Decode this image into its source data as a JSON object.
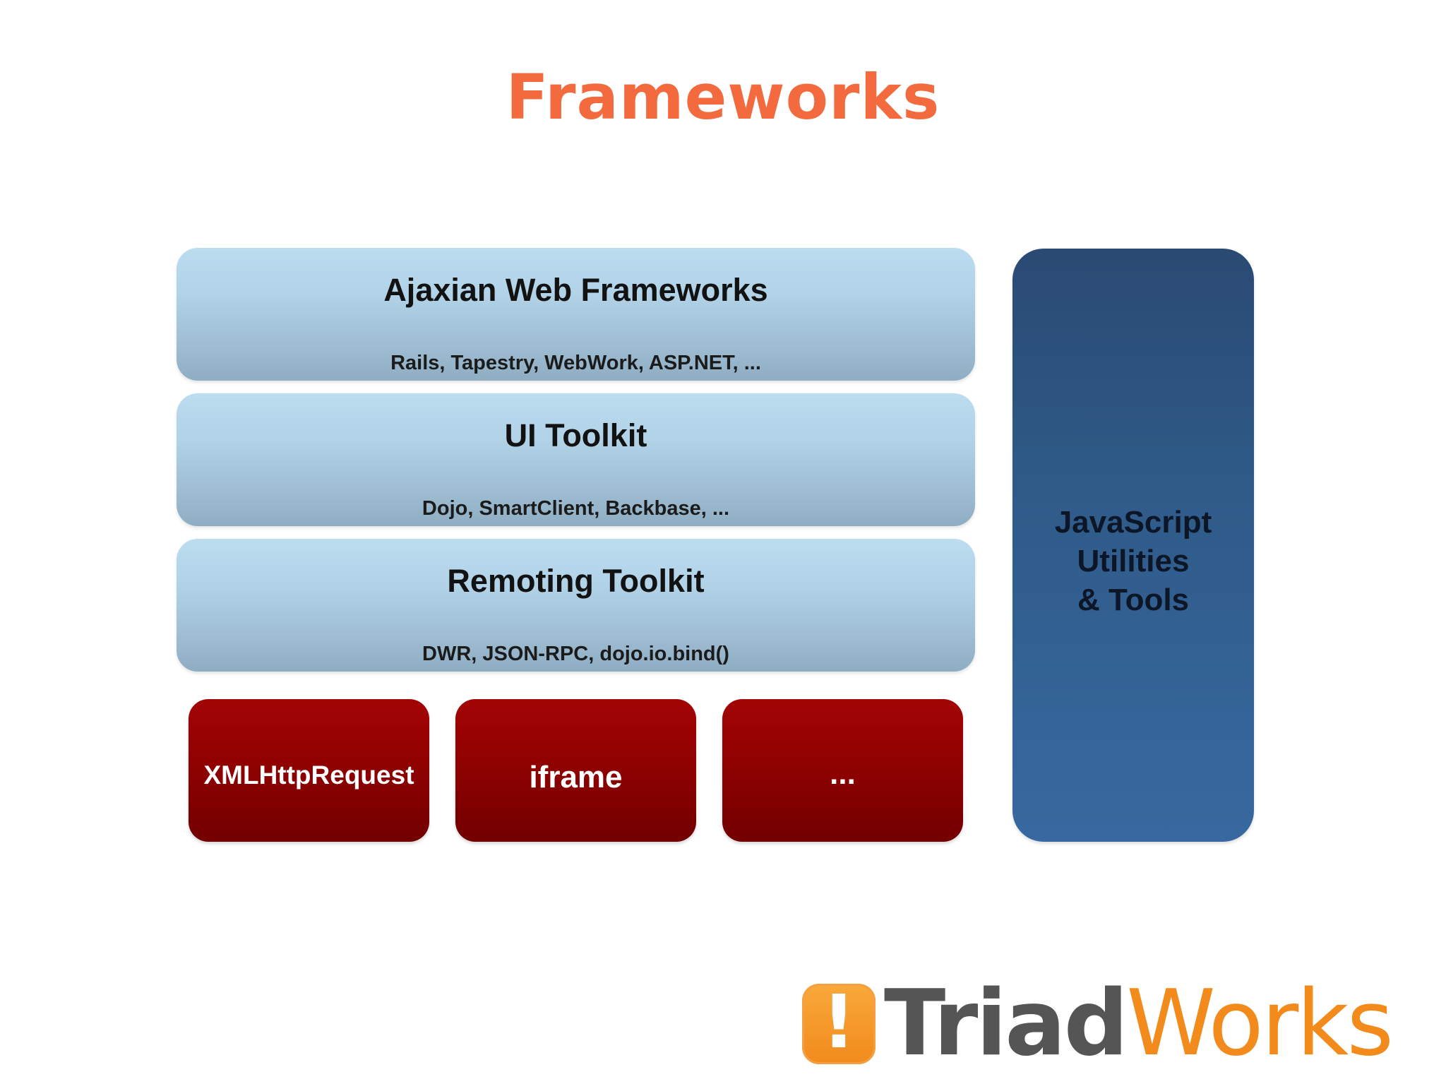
{
  "slide": {
    "title": "Frameworks"
  },
  "layers": [
    {
      "title": "Ajaxian Web Frameworks",
      "examples": "Rails, Tapestry, WebWork, ASP.NET, ..."
    },
    {
      "title": "UI Toolkit",
      "examples": "Dojo, SmartClient, Backbase, ..."
    },
    {
      "title": "Remoting Toolkit",
      "examples": "DWR, JSON-RPC, dojo.io.bind()"
    }
  ],
  "transports": [
    {
      "label": "XMLHttpRequest"
    },
    {
      "label": "iframe"
    },
    {
      "label": "..."
    }
  ],
  "utilities": {
    "label": "JavaScript\nUtilities\n& Tools"
  },
  "logo": {
    "name_part1": "Triad",
    "name_part2": "Works",
    "mark": "!",
    "colors": {
      "primary": "#555555",
      "accent": "#f28a1c"
    }
  },
  "colors": {
    "title": "#f26a3d",
    "layer_fill": "#b1d2e7",
    "transport_fill": "#900101",
    "utilities_fill": "#2f5a88"
  }
}
